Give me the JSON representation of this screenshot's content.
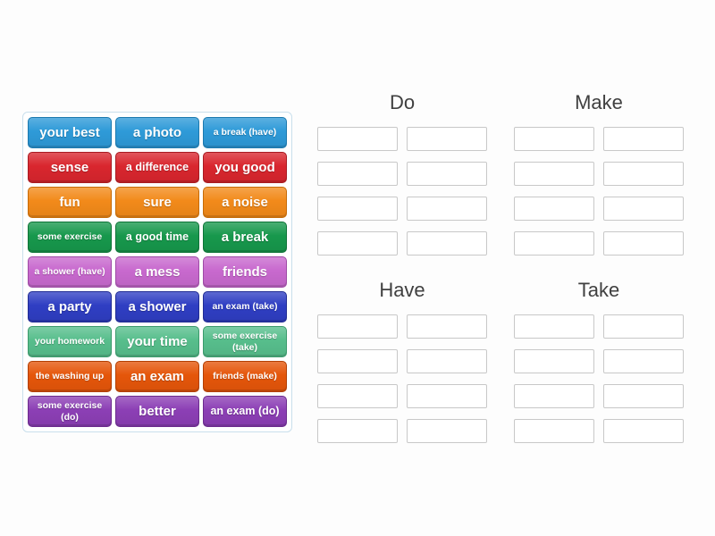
{
  "page": {
    "background": "#fdfdfd"
  },
  "word_bank": {
    "tiles": [
      {
        "label": "your best",
        "bg": "#2E9AD8",
        "border": "#1C79AE",
        "size": "md"
      },
      {
        "label": "a photo",
        "bg": "#2E9AD8",
        "border": "#1C79AE",
        "size": "md"
      },
      {
        "label": "a break (have)",
        "bg": "#2E9AD8",
        "border": "#1C79AE",
        "size": "xs"
      },
      {
        "label": "sense",
        "bg": "#D9262E",
        "border": "#A81B22",
        "size": "md"
      },
      {
        "label": "a difference",
        "bg": "#D9262E",
        "border": "#A81B22",
        "size": "s"
      },
      {
        "label": "you good",
        "bg": "#D9262E",
        "border": "#A81B22",
        "size": "md"
      },
      {
        "label": "fun",
        "bg": "#F28A1A",
        "border": "#C66B07",
        "size": "md"
      },
      {
        "label": "sure",
        "bg": "#F28A1A",
        "border": "#C66B07",
        "size": "md"
      },
      {
        "label": "a noise",
        "bg": "#F28A1A",
        "border": "#C66B07",
        "size": "md"
      },
      {
        "label": "some exercise",
        "bg": "#17984C",
        "border": "#0E7338",
        "size": "xs"
      },
      {
        "label": "a good time",
        "bg": "#17984C",
        "border": "#0E7338",
        "size": "s"
      },
      {
        "label": "a break",
        "bg": "#17984C",
        "border": "#0E7338",
        "size": "md"
      },
      {
        "label": "a shower (have)",
        "bg": "#C869CE",
        "border": "#9E4BA5",
        "size": "xs"
      },
      {
        "label": "a mess",
        "bg": "#C869CE",
        "border": "#9E4BA5",
        "size": "md"
      },
      {
        "label": "friends",
        "bg": "#C869CE",
        "border": "#9E4BA5",
        "size": "md"
      },
      {
        "label": "a party",
        "bg": "#2F3EC3",
        "border": "#202C94",
        "size": "md"
      },
      {
        "label": "a shower",
        "bg": "#2F3EC3",
        "border": "#202C94",
        "size": "md"
      },
      {
        "label": "an exam (take)",
        "bg": "#2F3EC3",
        "border": "#202C94",
        "size": "xs"
      },
      {
        "label": "your homework",
        "bg": "#57BE8C",
        "border": "#3B9A6C",
        "size": "xs"
      },
      {
        "label": "your time",
        "bg": "#57BE8C",
        "border": "#3B9A6C",
        "size": "md"
      },
      {
        "label": "some exercise (take)",
        "bg": "#57BE8C",
        "border": "#3B9A6C",
        "size": "xs"
      },
      {
        "label": "the washing up",
        "bg": "#E5560A",
        "border": "#B23F04",
        "size": "xs"
      },
      {
        "label": "an exam",
        "bg": "#E5560A",
        "border": "#B23F04",
        "size": "md"
      },
      {
        "label": "friends (make)",
        "bg": "#E5560A",
        "border": "#B23F04",
        "size": "xs"
      },
      {
        "label": "some exercise (do)",
        "bg": "#8C3FB5",
        "border": "#6B2B8D",
        "size": "xs"
      },
      {
        "label": "better",
        "bg": "#8C3FB5",
        "border": "#6B2B8D",
        "size": "md"
      },
      {
        "label": "an exam (do)",
        "bg": "#8C3FB5",
        "border": "#6B2B8D",
        "size": "s"
      }
    ]
  },
  "groups": [
    {
      "label": "Do",
      "slot_count": 8
    },
    {
      "label": "Make",
      "slot_count": 8
    },
    {
      "label": "Have",
      "slot_count": 8
    },
    {
      "label": "Take",
      "slot_count": 8
    }
  ]
}
